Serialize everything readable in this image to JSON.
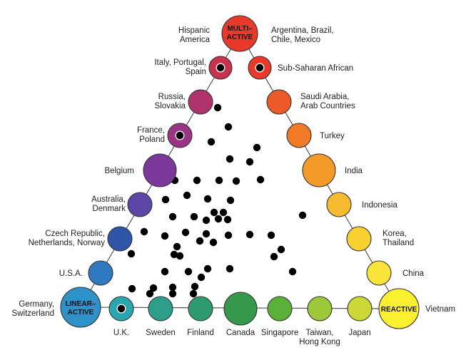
{
  "corners": {
    "multi_active": [
      "MULTI–",
      "ACTIVE"
    ],
    "linear_active": [
      "LINEAR–",
      "ACTIVE"
    ],
    "reactive": [
      "REACTIVE"
    ]
  },
  "left_side": [
    {
      "id": "multi-active",
      "label": [
        "Hispanic",
        "America"
      ],
      "color": "#e8392a"
    },
    {
      "id": "italy",
      "label": [
        "Italy, Portugal,",
        "Spain"
      ],
      "color": "#c8324e",
      "dot": true
    },
    {
      "id": "russia",
      "label": [
        "Russia,",
        "Slovakia"
      ],
      "color": "#b0346c"
    },
    {
      "id": "france",
      "label": [
        "France,",
        "Poland"
      ],
      "color": "#9a3484",
      "dot": true
    },
    {
      "id": "belgium",
      "label": [
        "Belgium"
      ],
      "color": "#7b3799"
    },
    {
      "id": "australia",
      "label": [
        "Australia,",
        "Denmark"
      ],
      "color": "#5d46a6"
    },
    {
      "id": "czech",
      "label": [
        "Czech Republic,",
        "Netherlands, Norway"
      ],
      "color": "#2e55a8"
    },
    {
      "id": "usa",
      "label": [
        "U.S.A."
      ],
      "color": "#2f79c0"
    },
    {
      "id": "linear-active",
      "label": [
        "Germany,",
        "Switzerland"
      ],
      "color": "#2e92c9"
    }
  ],
  "right_side": [
    {
      "id": "argentina",
      "label": [
        "Argentina, Brazil,",
        "Chile, Mexico"
      ]
    },
    {
      "id": "sub-saharan",
      "label": [
        "Sub-Saharan African"
      ],
      "color": "#e8392a",
      "dot": true
    },
    {
      "id": "saudi",
      "label": [
        "Saudi Arabia,",
        "Arab Countries"
      ],
      "color": "#ec5a28"
    },
    {
      "id": "turkey",
      "label": [
        "Turkey"
      ],
      "color": "#f07a25"
    },
    {
      "id": "india",
      "label": [
        "India"
      ],
      "color": "#f39a28"
    },
    {
      "id": "indonesia",
      "label": [
        "Indonesia"
      ],
      "color": "#f7bb30"
    },
    {
      "id": "korea",
      "label": [
        "Korea,",
        "Thailand"
      ],
      "color": "#f8d030"
    },
    {
      "id": "china",
      "label": [
        "China"
      ],
      "color": "#fae43a"
    },
    {
      "id": "vietnam",
      "label": [
        "Vietnam"
      ],
      "color": "#fbf030"
    }
  ],
  "bottom_side": [
    {
      "id": "uk",
      "label": [
        "U.K."
      ],
      "color": "#2aa6b0",
      "dot": true
    },
    {
      "id": "sweden",
      "label": [
        "Sweden"
      ],
      "color": "#2e9e8c"
    },
    {
      "id": "finland",
      "label": [
        "Finland"
      ],
      "color": "#2e9a70"
    },
    {
      "id": "canada",
      "label": [
        "Canada"
      ],
      "color": "#35984a"
    },
    {
      "id": "singapore",
      "label": [
        "Singapore"
      ],
      "color": "#5bb03a"
    },
    {
      "id": "taiwan",
      "label": [
        "Taiwan,",
        "Hong Kong"
      ],
      "color": "#9cc83a"
    },
    {
      "id": "japan",
      "label": [
        "Japan"
      ],
      "color": "#cbd838"
    }
  ]
}
